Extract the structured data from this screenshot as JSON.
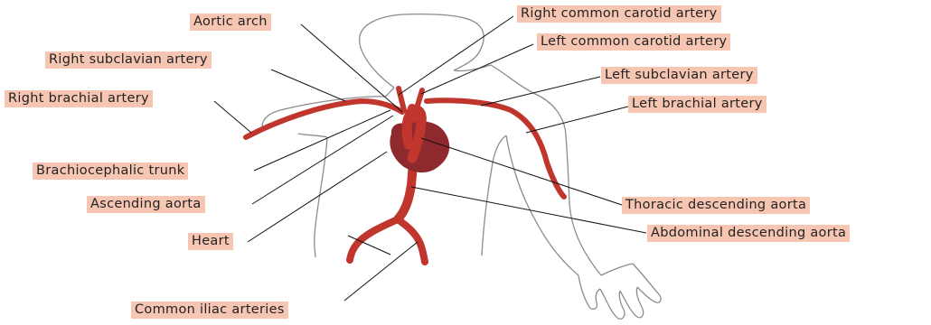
{
  "colors": {
    "artery": "#c0362c",
    "heart": "#8e2a2d",
    "outline": "#8c8c8c",
    "leader": "#111111",
    "label_bg": "#f7c6b3"
  },
  "labels": {
    "aortic_arch": "Aortic arch",
    "right_subclavian_artery": "Right subclavian artery",
    "right_brachial_artery": "Right brachial artery",
    "brachiocephalic_trunk": "Brachiocephalic trunk",
    "ascending_aorta": "Ascending aorta",
    "heart": "Heart",
    "common_iliac_arteries": "Common iliac arteries",
    "right_common_carotid_artery": "Right common carotid artery",
    "left_common_carotid_artery": "Left common carotid artery",
    "left_subclavian_artery": "Left subclavian artery",
    "left_brachial_artery": "Left brachial artery",
    "thoracic_descending_aorta": "Thoracic descending aorta",
    "abdominal_descending_aorta": "Abdominal descending aorta"
  }
}
